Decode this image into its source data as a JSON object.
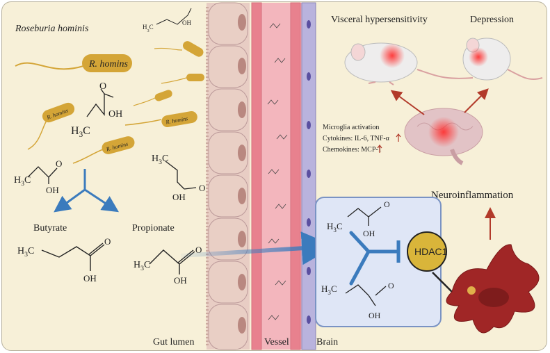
{
  "title": "Roseburia hominis",
  "bacterium_label": "R. homins",
  "metabolites": {
    "butyrate": "Butyrate",
    "propionate": "Propionate"
  },
  "compartments": {
    "gut_lumen": "Gut lumen",
    "vessel": "Vessel",
    "brain": "Brain"
  },
  "outcomes": {
    "visceral": "Visceral hypersensitivity",
    "depression": "Depression",
    "neuroinflammation": "Neuroinflammation"
  },
  "brain_notes": {
    "microglia": "Microglia activation",
    "cytokines": "Cytokines: IL-6, TNF-α",
    "chemokines": "Chemokines: MCP-1"
  },
  "target": "HDAC1",
  "chem": {
    "h3c": "H",
    "sub3": "3",
    "c": "C",
    "oh": "OH",
    "o": "O"
  },
  "colors": {
    "bacteria": "#d4a537",
    "arrow_blue": "#3b7bbd",
    "arrow_red": "#b23a2a",
    "microglia": "#a02626",
    "hdac": "#d9b53a"
  }
}
